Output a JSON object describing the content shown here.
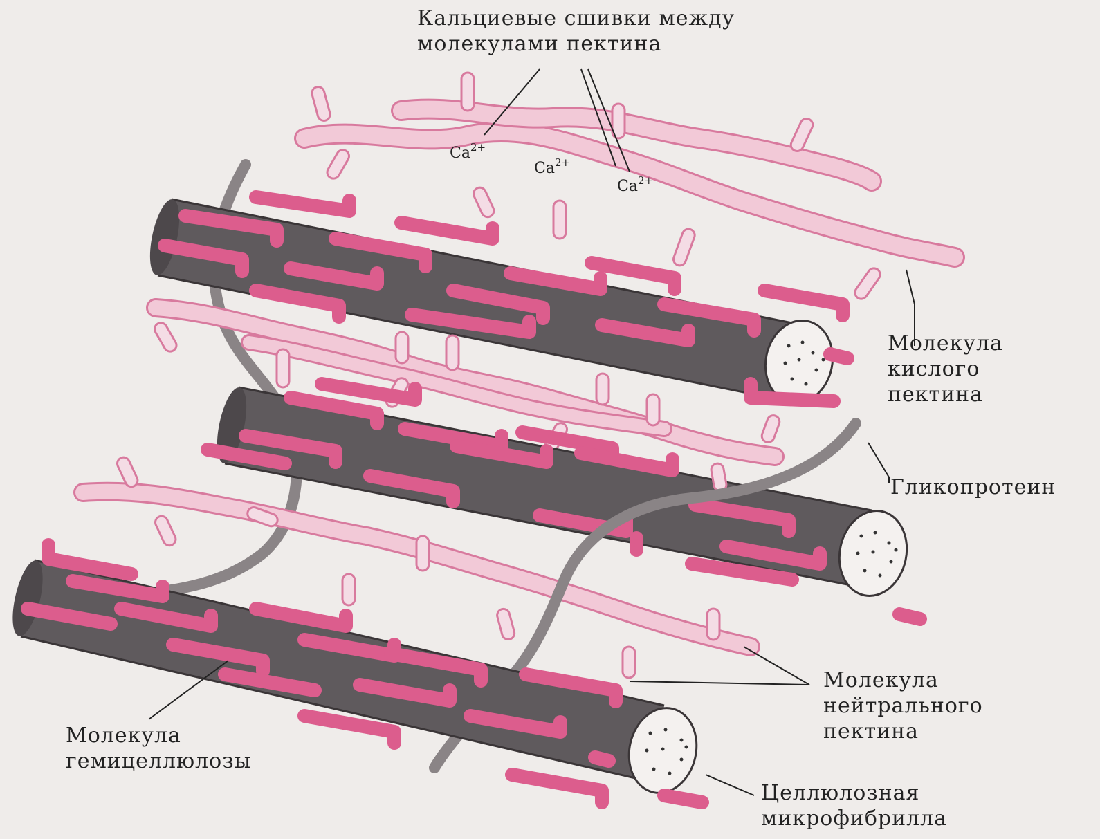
{
  "labels": {
    "calcium_crosslinks": "Кальциевые сшивки между\nмолекулами пектина",
    "acidic_pectin": "Молекула\nкислого\nпектина",
    "glycoprotein": "Гликопротеин",
    "neutral_pectin": "Молекула\nнейтрального\nпектина",
    "hemicellulose": "Молекула\nгемицеллюлозы",
    "cellulose_microfibril": "Целлюлозная\nмикрофибрилла"
  },
  "ions": [
    {
      "symbol": "Ca",
      "charge": "2+"
    },
    {
      "symbol": "Ca",
      "charge": "2+"
    },
    {
      "symbol": "Ca",
      "charge": "2+"
    }
  ],
  "colors": {
    "background": "#efecea",
    "cellulose_body": "#5f5a5d",
    "cellulose_end": "#f4f1ef",
    "hemicellulose": "#dc5d8d",
    "pectin_fill": "#f2c9d7",
    "pectin_outline": "#d87a9e",
    "glycoprotein": "#8a8486",
    "leader_line": "#222222"
  }
}
